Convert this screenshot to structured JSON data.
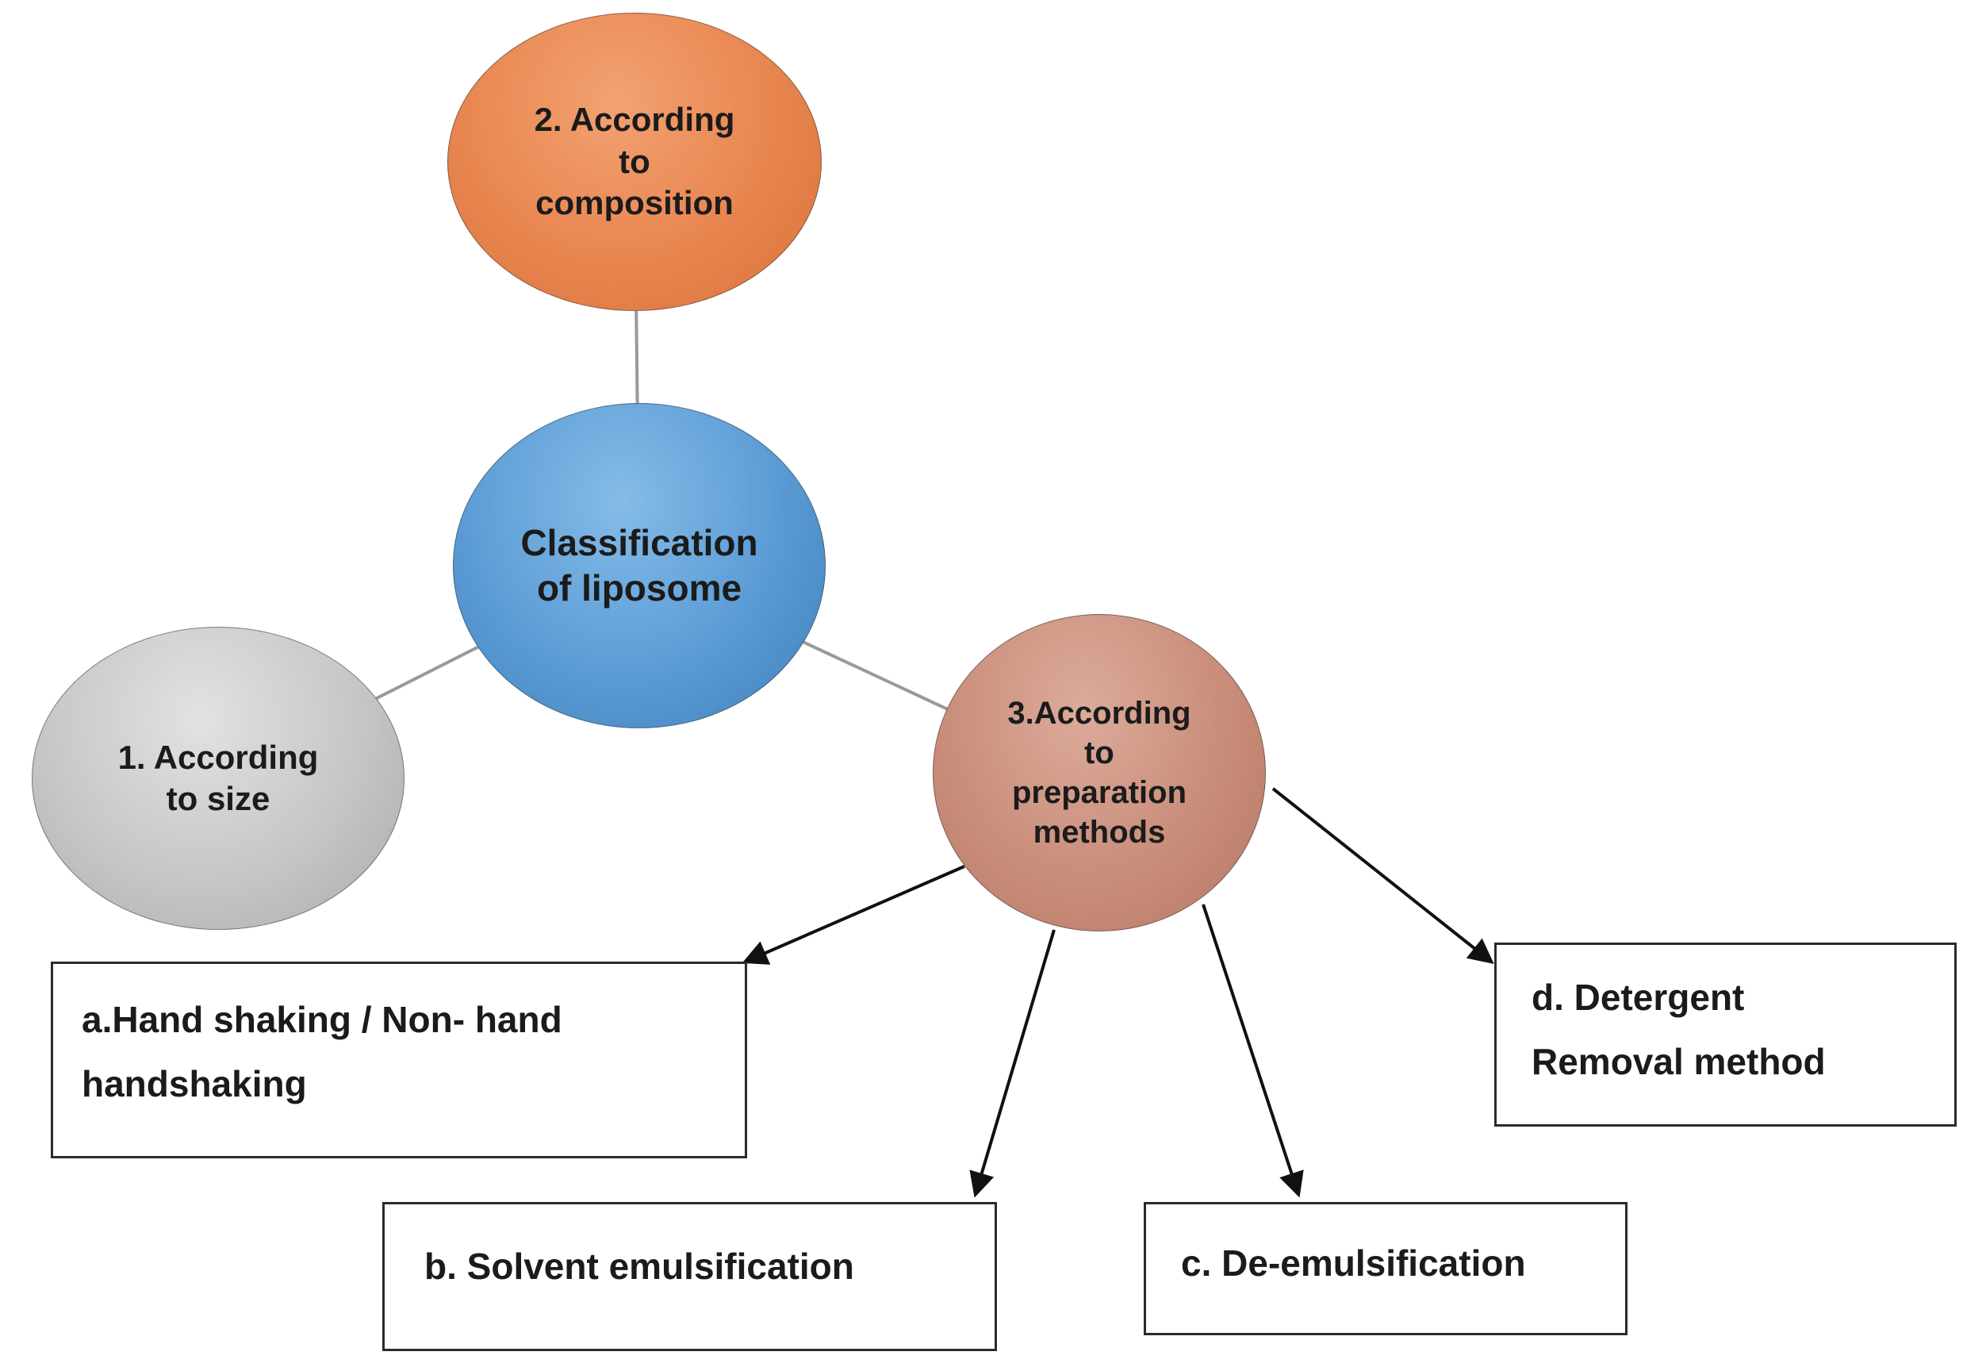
{
  "diagram": {
    "title": "Classification of liposome diagram",
    "center": {
      "label": "Classification\nof liposome",
      "color": "#5b9bd5"
    },
    "nodes": [
      {
        "id": "size",
        "label": "1. According\nto size",
        "color": "#c6c6c6"
      },
      {
        "id": "composition",
        "label": "2. According\nto\ncomposition",
        "color": "#e8854f"
      },
      {
        "id": "preparation",
        "label": "3.According\nto\npreparation\nmethods",
        "color": "#c98d7a"
      }
    ],
    "boxes": [
      {
        "id": "a",
        "label": "a.Hand shaking / Non- hand\nhandshaking"
      },
      {
        "id": "b",
        "label": "b. Solvent emulsification"
      },
      {
        "id": "c",
        "label": "c. De-emulsification"
      },
      {
        "id": "d",
        "label": "d. Detergent\nRemoval method"
      }
    ],
    "connector_color": "#9a9a9a",
    "arrow_color": "#111111"
  }
}
